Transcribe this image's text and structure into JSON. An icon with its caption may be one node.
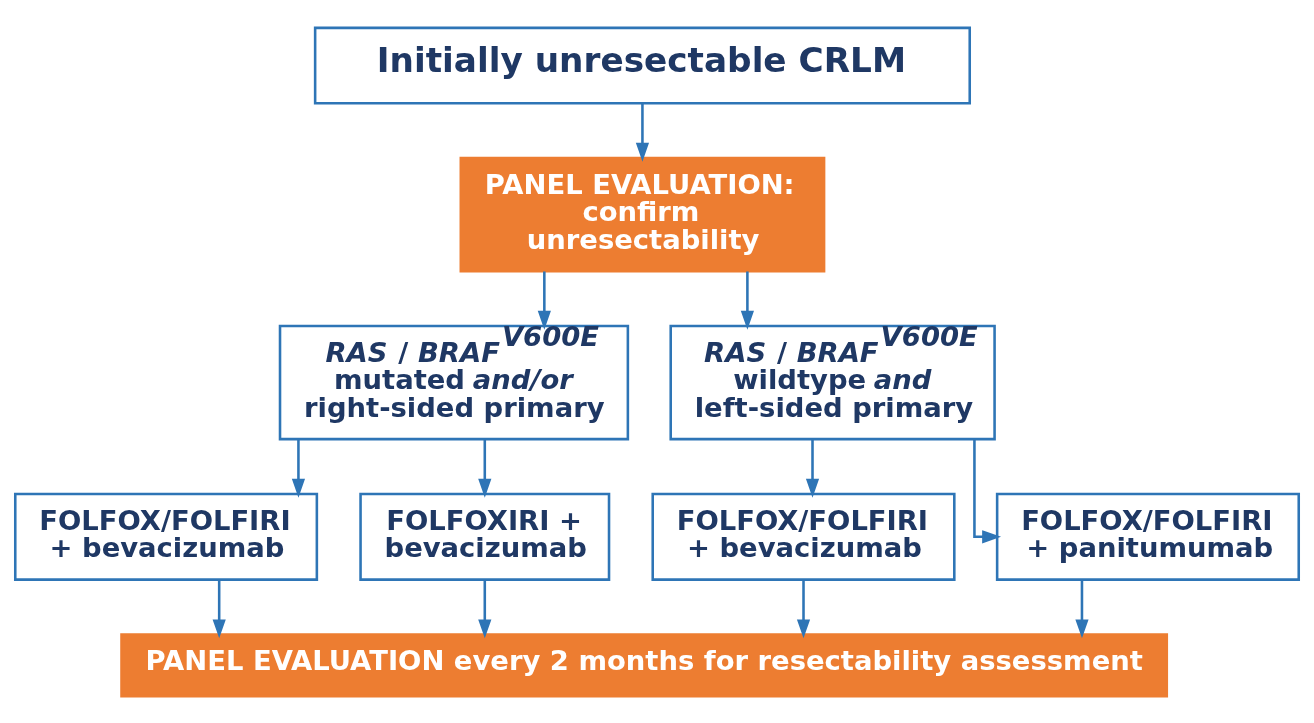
{
  "diagram": {
    "nodes": [
      {
        "text": [
          "Initially unresectable CRLM"
        ]
      },
      {
        "text": [
          "PANEL EVALUATION: confirm unresectability"
        ]
      },
      {
        "text": [
          "*RAS* / *BRAF*$^{V600E}$ mutated *and/or* right-sided primary"
        ]
      },
      {
        "text": [
          "*RAS* / *BRAF*$^{V600E}$ wildtype *and* left-sided primary"
        ]
      },
      {
        "text": [
          "FOLFOX/FOLFIRI + bevacizumab"
        ]
      },
      {
        "text": [
          "FOLFOXIRI + bevacizumab"
        ]
      },
      {
        "text": [
          "FOLFOX/FOLFIRI + bevacizumab"
        ]
      },
      {
        "text": [
          "FOLFOX/FOLFIRI + panitumumab"
        ]
      },
      {
        "text": [
          "PANEL EVALUATION every 2 months for resectability assessment"
        ]
      }
    ],
    "edges": [
      {
        "from": 0,
        "to": 1,
        "arrow": "to"
      },
      {
        "from": 1,
        "to": 2,
        "arrow": "to"
      },
      {
        "from": 1,
        "to": 3,
        "arrow": "to"
      },
      {
        "from": 2,
        "to": 4,
        "arrow": "to"
      },
      {
        "from": 2,
        "to": 5,
        "arrow": "to"
      },
      {
        "from": 3,
        "to": 6,
        "arrow": "to"
      },
      {
        "from": 3,
        "to": 7,
        "arrow": "to"
      },
      {
        "from": 4,
        "to": 8,
        "arrow": "to"
      },
      {
        "from": 5,
        "to": 8,
        "arrow": "to"
      },
      {
        "from": 6,
        "to": 8,
        "arrow": "to"
      },
      {
        "from": 7,
        "to": 8,
        "arrow": "to"
      }
    ]
  }
}
